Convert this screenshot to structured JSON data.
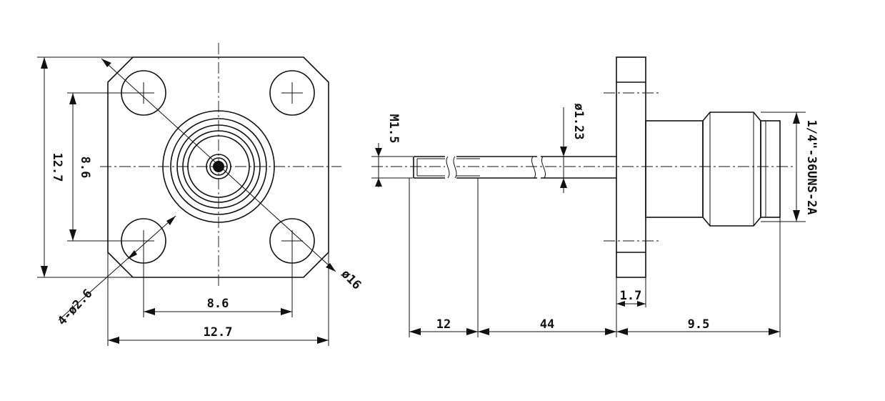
{
  "front_view": {
    "height_overall": "12.7",
    "hole_spacing_vertical": "8.6",
    "hole_spacing_horizontal": "8.6",
    "width_overall": "12.7",
    "bolt_circle_diameter": "ø16",
    "mounting_holes": "4-ø2.6"
  },
  "side_view": {
    "thread_pin": "M1.5",
    "pin_diameter": "ø1.23",
    "thread_spec": "1/4\"-36UNS-2A",
    "flange_thickness": "1.7",
    "pin_thread_length": "12",
    "pin_length": "44",
    "body_length": "9.5"
  }
}
